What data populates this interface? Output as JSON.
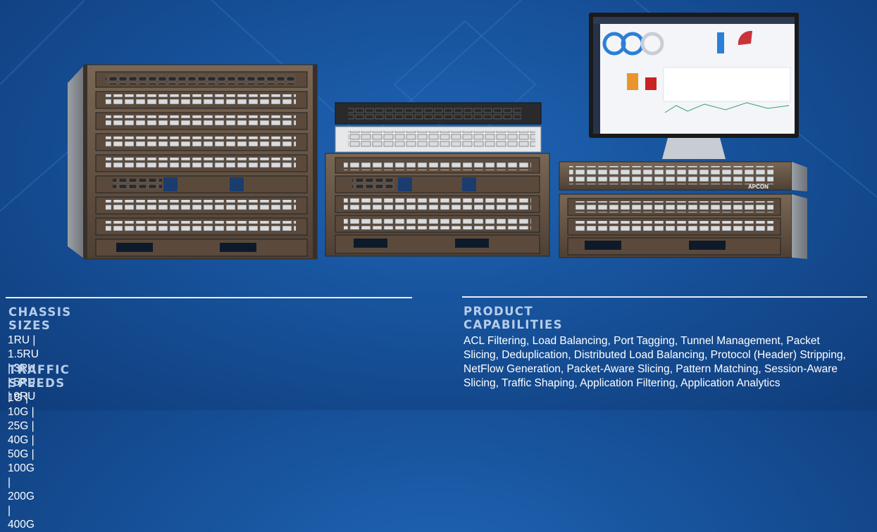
{
  "brand": {
    "logo_text": "APCON"
  },
  "sections": {
    "chassis": {
      "heading": "CHASSIS SIZES",
      "value": "1RU | 1.5RU | 3RU | 5RU | 9RU"
    },
    "traffic": {
      "heading": "TRAFFIC SPEEDS",
      "value": "1G | 10G | 25G | 40G | 50G | 100G | 200G | 400G"
    },
    "capabilities": {
      "heading": "PRODUCT CAPABILITIES",
      "value": "ACL Filtering, Load Balancing, Port Tagging, Tunnel Management, Packet Slicing, Deduplication, Distributed Load Balancing, Protocol (Header) Stripping, NetFlow Generation, Packet-Aware Slicing, Pattern Matching, Session-Aware Slicing, Traffic Shaping, Application Filtering, Application Analytics"
    }
  },
  "colors": {
    "background": "#17529b",
    "heading": "#b7cdea",
    "body_text": "#ffffff",
    "chassis_metal": "#6b5a49"
  }
}
